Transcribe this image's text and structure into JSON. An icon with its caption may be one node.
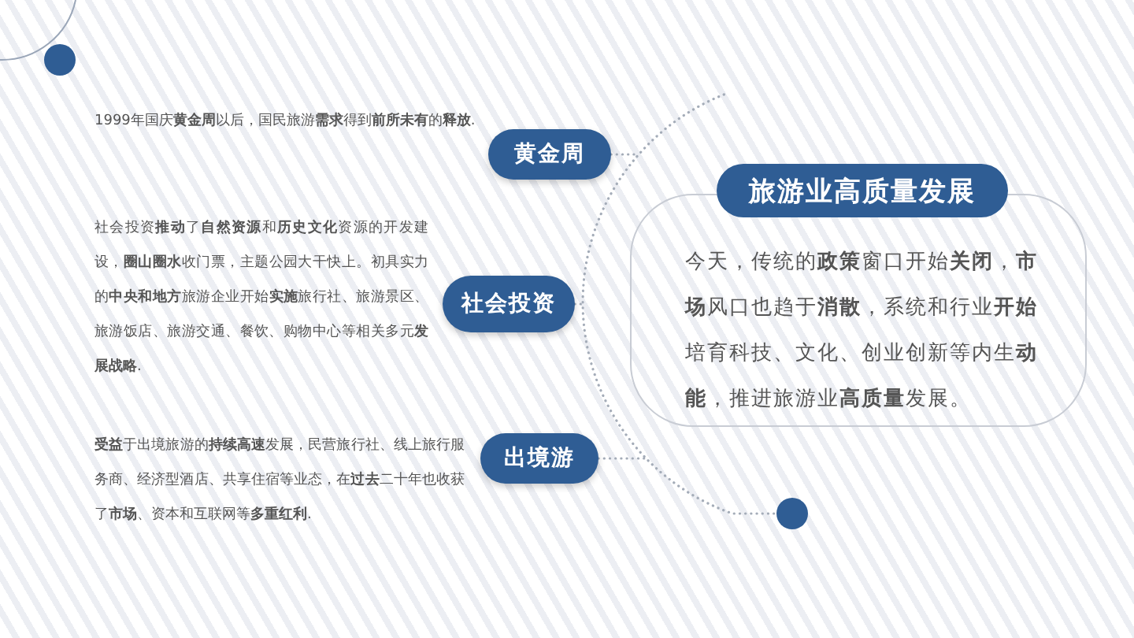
{
  "diagram": {
    "nodes": [
      {
        "text": [
          "黄金周"
        ],
        "beside": [
          "1999年国庆**黄金周**以后，国民旅游**需求**得到**前所未有**的**释放**."
        ]
      },
      {
        "text": [
          "社会投资"
        ],
        "beside": [
          "社会投资**推动**了**自然资源**和**历史文化**资源的开发建设，**圈山圈水**收门票，主题公园大干快上。初具实力的**中央和地方**旅游企业开始**实施**旅行社、旅游景区、旅游饭店、旅游交通、餐饮、购物中心等相关多元**发展战略**."
        ]
      },
      {
        "text": [
          "出境游"
        ],
        "beside": [
          "**受益**于出境旅游的**持续高速**发展，民营旅行社、线上旅行服务商、经济型酒店、共享住宿等业态，在**过去**二十年也收获了**市场**、资本和互联网等**多重红利**."
        ]
      },
      {
        "text": [
          "旅游业高质量发展"
        ]
      },
      {
        "text": [
          "今天，传统的**政策**窗口开始**关闭**，**市场**风口也趋于**消散**，系统和行业**开始**培育科技、文化、创业创新等内生**动能**，推进旅游业**高质量**发展。"
        ]
      },
      {
        "text": [],
        "shape": "circle"
      }
    ],
    "edges": [
      {
        "from": 0,
        "to": null,
        "arrow": "none",
        "style": "dashed"
      },
      {
        "from": 1,
        "to": null,
        "arrow": "none",
        "style": "dashed"
      },
      {
        "from": 2,
        "to": null,
        "arrow": "none",
        "style": "dashed"
      },
      {
        "from": null,
        "to": 5,
        "arrow": "none",
        "style": "dashed"
      }
    ]
  }
}
